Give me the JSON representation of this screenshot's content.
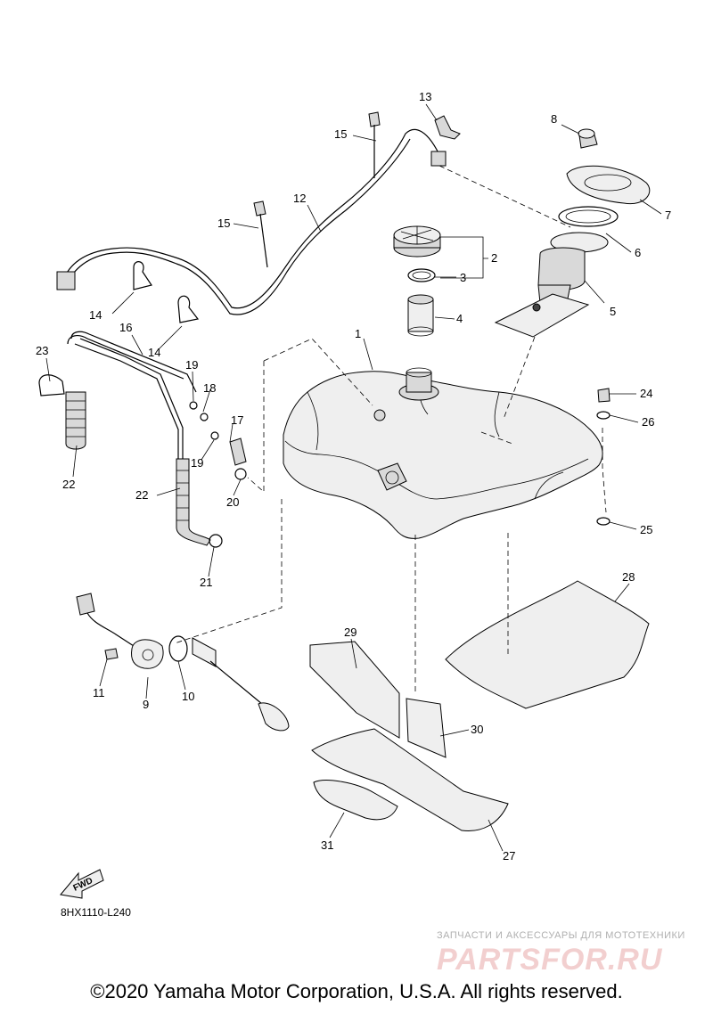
{
  "diagram": {
    "callouts": [
      {
        "id": "1",
        "label": "1"
      },
      {
        "id": "2",
        "label": "2"
      },
      {
        "id": "3",
        "label": "3"
      },
      {
        "id": "4",
        "label": "4"
      },
      {
        "id": "5",
        "label": "5"
      },
      {
        "id": "6",
        "label": "6"
      },
      {
        "id": "7",
        "label": "7"
      },
      {
        "id": "8",
        "label": "8"
      },
      {
        "id": "9",
        "label": "9"
      },
      {
        "id": "10",
        "label": "10"
      },
      {
        "id": "11",
        "label": "11"
      },
      {
        "id": "12",
        "label": "12"
      },
      {
        "id": "13",
        "label": "13"
      },
      {
        "id": "14a",
        "label": "14"
      },
      {
        "id": "14b",
        "label": "14"
      },
      {
        "id": "15a",
        "label": "15"
      },
      {
        "id": "15b",
        "label": "15"
      },
      {
        "id": "16",
        "label": "16"
      },
      {
        "id": "17",
        "label": "17"
      },
      {
        "id": "18",
        "label": "18"
      },
      {
        "id": "19a",
        "label": "19"
      },
      {
        "id": "19b",
        "label": "19"
      },
      {
        "id": "20",
        "label": "20"
      },
      {
        "id": "21",
        "label": "21"
      },
      {
        "id": "22a",
        "label": "22"
      },
      {
        "id": "22b",
        "label": "22"
      },
      {
        "id": "23",
        "label": "23"
      },
      {
        "id": "24",
        "label": "24"
      },
      {
        "id": "25",
        "label": "25"
      },
      {
        "id": "26",
        "label": "26"
      },
      {
        "id": "27",
        "label": "27"
      },
      {
        "id": "28",
        "label": "28"
      },
      {
        "id": "29",
        "label": "29"
      },
      {
        "id": "30",
        "label": "30"
      },
      {
        "id": "31",
        "label": "31"
      }
    ],
    "fwd_label": "FWD",
    "diagram_code": "8HX1110-L240"
  },
  "watermark": {
    "subtitle": "ЗАПЧАСТИ И АКСЕССУАРЫ ДЛЯ МОТОТЕХНИКИ",
    "logo": "PARTSFOR.RU",
    "logo_color": "#e9a9a9"
  },
  "footer": {
    "copyright": "©2020 Yamaha Motor Corporation, U.S.A. All rights reserved."
  }
}
